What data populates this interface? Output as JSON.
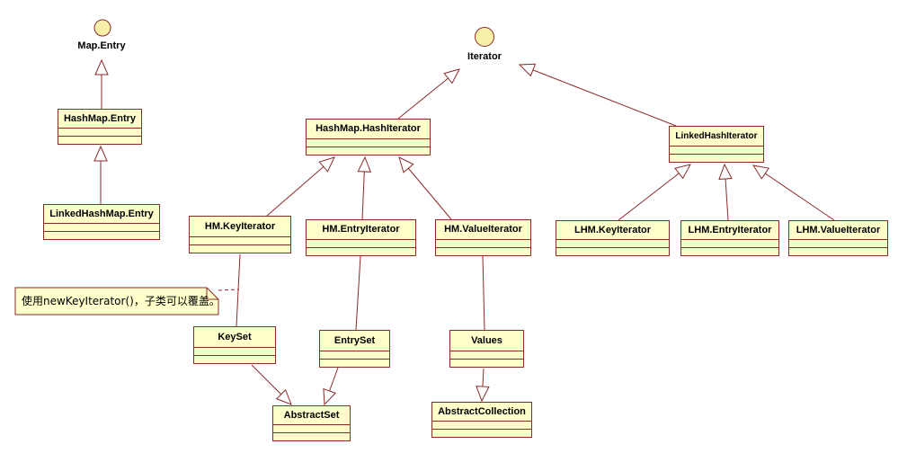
{
  "diagram": {
    "type": "uml-class-diagram",
    "colors": {
      "background": "#FFFFFF",
      "shape_fill": "#FFFFCC",
      "circle_fill": "#F8EFA9",
      "stroke": "#8B2A2A",
      "text": "#000000"
    },
    "interfaces": [
      {
        "label": "Map.Entry"
      },
      {
        "label": "Iterator"
      }
    ],
    "classes": [
      {
        "name": "HashMap.Entry"
      },
      {
        "name": "LinkedHashMap.Entry"
      },
      {
        "name": "HashMap.HashIterator"
      },
      {
        "name": "LinkedHashIterator"
      },
      {
        "name": "HM.KeyIterator"
      },
      {
        "name": "HM.EntryIterator"
      },
      {
        "name": "HM.ValueIterator"
      },
      {
        "name": "LHM.KeyIterator"
      },
      {
        "name": "LHM.EntryIterator"
      },
      {
        "name": "LHM.ValueIterator"
      },
      {
        "name": "KeySet"
      },
      {
        "name": "EntrySet"
      },
      {
        "name": "Values"
      },
      {
        "name": "AbstractSet"
      },
      {
        "name": "AbstractCollection"
      }
    ],
    "note": {
      "text": "使用newKeyIterator()，子类可以覆盖。"
    },
    "relations": [
      {
        "from": "HashMap.Entry",
        "to": "Map.Entry",
        "type": "realization"
      },
      {
        "from": "LinkedHashMap.Entry",
        "to": "HashMap.Entry",
        "type": "generalization"
      },
      {
        "from": "HashMap.HashIterator",
        "to": "Iterator",
        "type": "realization"
      },
      {
        "from": "LinkedHashIterator",
        "to": "Iterator",
        "type": "realization"
      },
      {
        "from": "HM.KeyIterator",
        "to": "HashMap.HashIterator",
        "type": "generalization"
      },
      {
        "from": "HM.EntryIterator",
        "to": "HashMap.HashIterator",
        "type": "generalization"
      },
      {
        "from": "HM.ValueIterator",
        "to": "HashMap.HashIterator",
        "type": "generalization"
      },
      {
        "from": "LHM.KeyIterator",
        "to": "LinkedHashIterator",
        "type": "generalization"
      },
      {
        "from": "LHM.EntryIterator",
        "to": "LinkedHashIterator",
        "type": "generalization"
      },
      {
        "from": "LHM.ValueIterator",
        "to": "LinkedHashIterator",
        "type": "generalization"
      },
      {
        "from": "KeySet",
        "to": "AbstractSet",
        "type": "generalization"
      },
      {
        "from": "EntrySet",
        "to": "AbstractSet",
        "type": "generalization"
      },
      {
        "from": "Values",
        "to": "AbstractCollection",
        "type": "generalization"
      },
      {
        "from": "KeySet",
        "to": "HM.KeyIterator",
        "type": "association"
      },
      {
        "from": "EntrySet",
        "to": "HM.EntryIterator",
        "type": "association"
      },
      {
        "from": "Values",
        "to": "HM.ValueIterator",
        "type": "association"
      },
      {
        "from": "note",
        "to": "KeySet-HM.KeyIterator association",
        "type": "note-anchor"
      }
    ]
  }
}
